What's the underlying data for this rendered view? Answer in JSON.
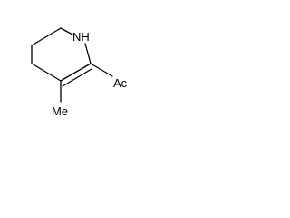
{
  "structure": {
    "labels": {
      "nh": "NH",
      "ac": "Ac",
      "me": "Me"
    },
    "colors": {
      "line": "#000000",
      "background": "#ffffff"
    }
  }
}
